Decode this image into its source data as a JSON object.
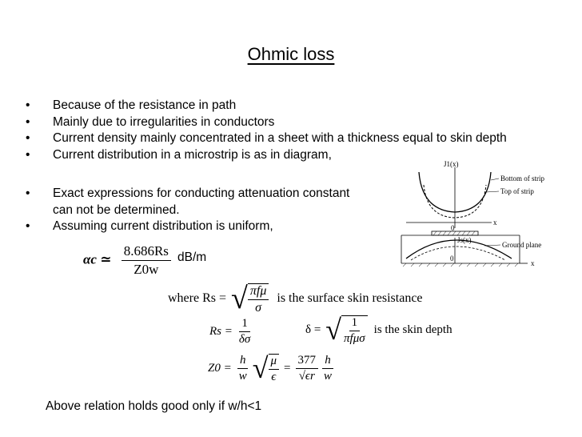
{
  "slide": {
    "title": "Ohmic loss",
    "bullets": [
      "Because of the resistance in path",
      "Mainly due to irregularities in conductors",
      "Current density mainly concentrated in a sheet with a thickness equal to skin depth",
      "Current distribution in a microstrip is as in diagram,"
    ],
    "bullets2": [
      "Exact expressions for conducting attenuation constant",
      "can not be determined.",
      "Assuming current distribution is uniform,"
    ],
    "unit": "dB/m",
    "footer": "Above relation holds good only if w/h<1"
  },
  "equations": {
    "alpha_lhs": "αc ≃",
    "alpha_num": "8.686Rs",
    "alpha_den": "Z0w",
    "where_prefix": "where Rs =",
    "rs_num": "πfμ",
    "rs_den": "σ",
    "rs_desc": "is the surface skin resistance",
    "rs2_lhs": "Rs =",
    "rs2_num": "1",
    "rs2_den": "δσ",
    "delta_lhs": "δ =",
    "delta_num": "1",
    "delta_den": "πfμσ",
    "delta_desc": "is the skin depth",
    "z0_lhs": "Z0 =",
    "z0_h": "h",
    "z0_w": "w",
    "z0_mu": "μ",
    "z0_eps": "ϵ",
    "z0_eq": "=",
    "z0_num": "377",
    "z0_den": "√ϵr",
    "z0_h2": "h",
    "z0_w2": "w"
  },
  "diagram": {
    "j1_label": "J1(x)",
    "bottom_label": "Bottom of strip",
    "top_label": "Top of strip",
    "x_label": "x",
    "zero_label": "0",
    "js_label": "Js(x)",
    "ground_label": "Ground plane",
    "x2_label": "x",
    "zero2_label": "0"
  }
}
